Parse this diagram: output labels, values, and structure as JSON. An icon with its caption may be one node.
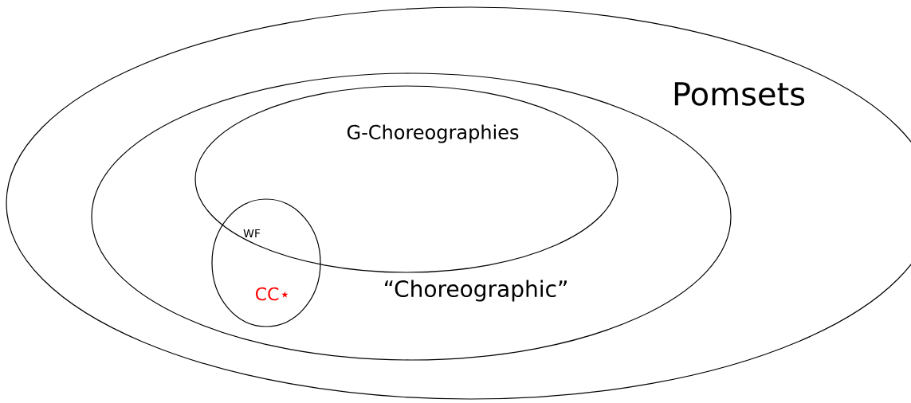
{
  "diagram": {
    "nodes": [
      {
        "text": [
          "Pomsets"
        ]
      },
      {
        "text": [
          "“Choreographic”"
        ],
        "in": 0
      },
      {
        "text": [
          "G-Choreographies"
        ],
        "in": 1
      },
      {
        "text": [
          "WF",
          "CC⋆"
        ],
        "in": 1
      }
    ]
  }
}
